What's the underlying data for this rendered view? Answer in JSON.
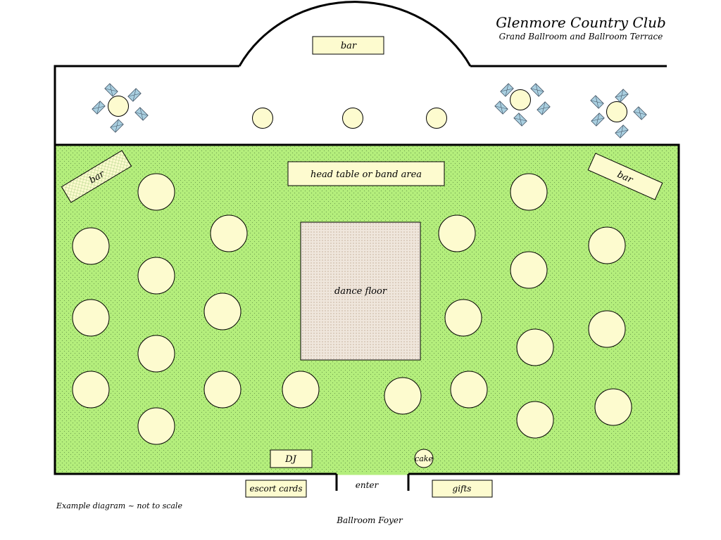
{
  "header": {
    "title": "Glenmore Country Club",
    "subtitle": "Grand Ballroom and Ballroom Terrace"
  },
  "labels": {
    "terrace_bar": "bar",
    "bar_left": "bar",
    "bar_right": "bar",
    "head_table": "head table or band area",
    "dance_floor": "dance floor",
    "dj": "DJ",
    "cake": "cake",
    "enter": "enter",
    "escort_cards": "escort cards",
    "gifts": "gifts"
  },
  "footer": {
    "note": "Example diagram ~ not to scale",
    "foyer": "Ballroom Foyer"
  },
  "colors": {
    "floor_green": "#b4ee7c",
    "table_fill": "#fdfbcf",
    "dance_floor": "#e8ddd4",
    "chair_blue": "#a9cfe0",
    "outline": "#000000"
  }
}
